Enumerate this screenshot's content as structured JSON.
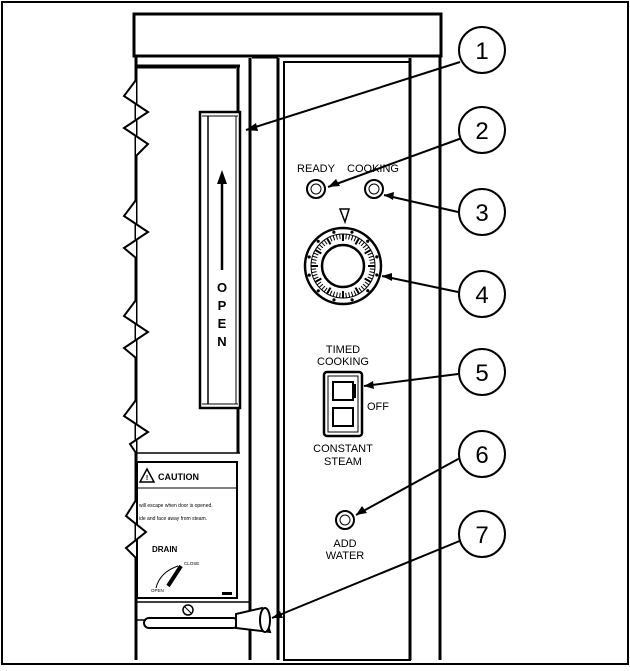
{
  "indicators": {
    "ready_label": "READY",
    "cooking_label": "COOKING"
  },
  "door_handle": {
    "open_label_letters": [
      "O",
      "P",
      "E",
      "N"
    ]
  },
  "switch": {
    "top_label_line1": "TIMED",
    "top_label_line2": "COOKING",
    "off_label": "OFF",
    "bottom_label_line1": "CONSTANT",
    "bottom_label_line2": "STEAM"
  },
  "add_water": {
    "label_line1": "ADD",
    "label_line2": "WATER"
  },
  "caution_plate": {
    "title": "CAUTION",
    "text_line1": "will escape when door is opened.",
    "text_line2": "ide and face away from steam.",
    "drain_label": "DRAIN",
    "close_label": "CLOSE",
    "open_label": "OPEN"
  },
  "callouts": [
    "1",
    "2",
    "3",
    "4",
    "5",
    "6",
    "7"
  ]
}
